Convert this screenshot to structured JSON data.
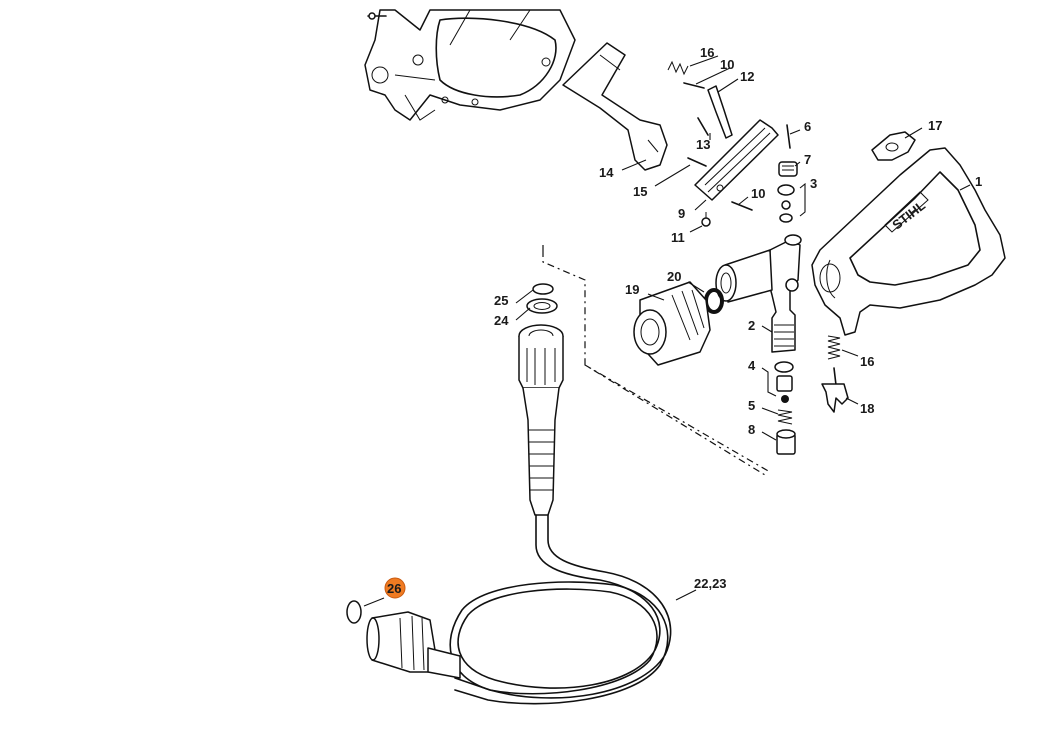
{
  "diagram": {
    "callouts": {
      "c1": "1",
      "c2": "2",
      "c3": "3",
      "c4": "4",
      "c5": "5",
      "c6": "6",
      "c7": "7",
      "c8": "8",
      "c9": "9",
      "c10a": "10",
      "c10b": "10",
      "c11": "11",
      "c12": "12",
      "c13": "13",
      "c14": "14",
      "c15": "15",
      "c16a": "16",
      "c16b": "16",
      "c17": "17",
      "c18": "18",
      "c19": "19",
      "c20": "20",
      "c2223": "22,23",
      "c24": "24",
      "c25": "25",
      "c26": "26"
    },
    "brand_mark": "STIHL",
    "highlight_color": "#f07b22"
  }
}
